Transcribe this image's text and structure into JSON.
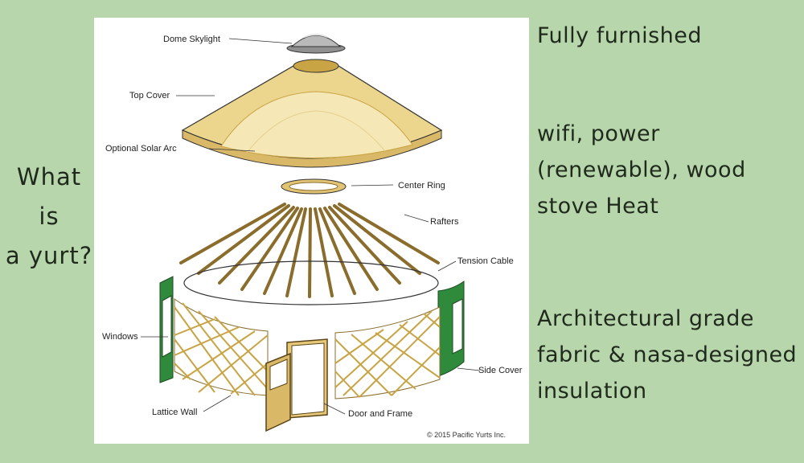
{
  "left_heading": [
    "What",
    "is",
    "a yurt?"
  ],
  "diagram": {
    "labels": {
      "dome_skylight": "Dome Skylight",
      "top_cover": "Top Cover",
      "solar_arc": "Optional Solar Arc",
      "center_ring": "Center Ring",
      "rafters": "Rafters",
      "tension_cable": "Tension Cable",
      "windows": "Windows",
      "side_cover": "Side Cover",
      "lattice_wall": "Lattice Wall",
      "door_frame": "Door and Frame"
    },
    "copyright": "© 2015 Pacific Yurts Inc."
  },
  "features": {
    "furnished": "Fully furnished",
    "utilities": "wifi, power (renewable), wood stove Heat",
    "materials": "Architectural grade fabric & nasa-designed insulation"
  },
  "colors": {
    "background": "#b7d6ac",
    "cover_tan": "#e8d28a",
    "side_cover_green": "#2f8a3c",
    "wood": "#c9a445"
  }
}
